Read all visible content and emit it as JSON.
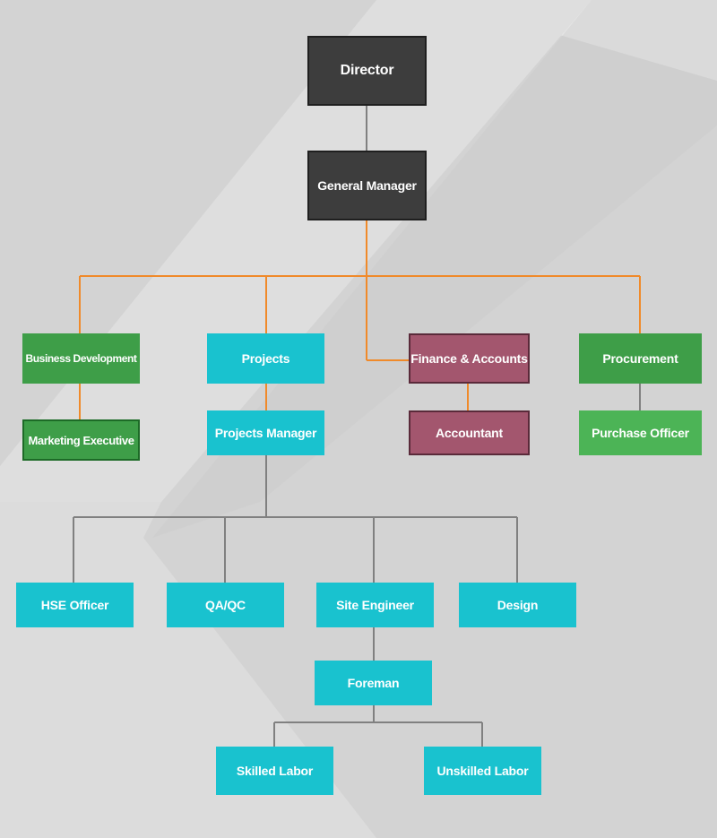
{
  "colors": {
    "background": "#d3d3d3",
    "connector_main": "#f08a2a",
    "connector_sub": "#808080",
    "box_dark": "#3d3d3d",
    "box_green": "#3e9e48",
    "box_teal": "#19c2cf",
    "box_maroon": "#a3566e"
  },
  "nodes": {
    "director": "Director",
    "general_manager": "General Manager",
    "business_development": "Business Development",
    "marketing_executive": "Marketing Executive",
    "projects": "Projects",
    "projects_manager": "Projects Manager",
    "finance_accounts": "Finance & Accounts",
    "accountant": "Accountant",
    "procurement": "Procurement",
    "purchase_officer": "Purchase Officer",
    "hse_officer": "HSE Officer",
    "qa_qc": "QA/QC",
    "site_engineer": "Site Engineer",
    "design": "Design",
    "foreman": "Foreman",
    "skilled_labor": "Skilled Labor",
    "unskilled_labor": "Unskilled Labor"
  }
}
